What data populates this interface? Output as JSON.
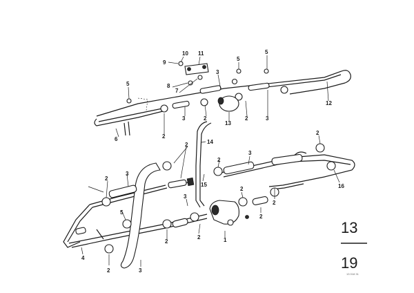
{
  "labels": {
    "l1": "1",
    "l2": "2",
    "l3": "3",
    "l4": "4",
    "l5": "5",
    "l6": "6",
    "l7": "7",
    "l8": "8",
    "l9": "9",
    "l10": "10",
    "l11": "11",
    "l12": "12",
    "l13": "13",
    "l14": "14",
    "l15": "15",
    "l16": "16"
  },
  "group_box": {
    "top": "13",
    "bottom": "19"
  },
  "catalog_ref": "13 018 31"
}
